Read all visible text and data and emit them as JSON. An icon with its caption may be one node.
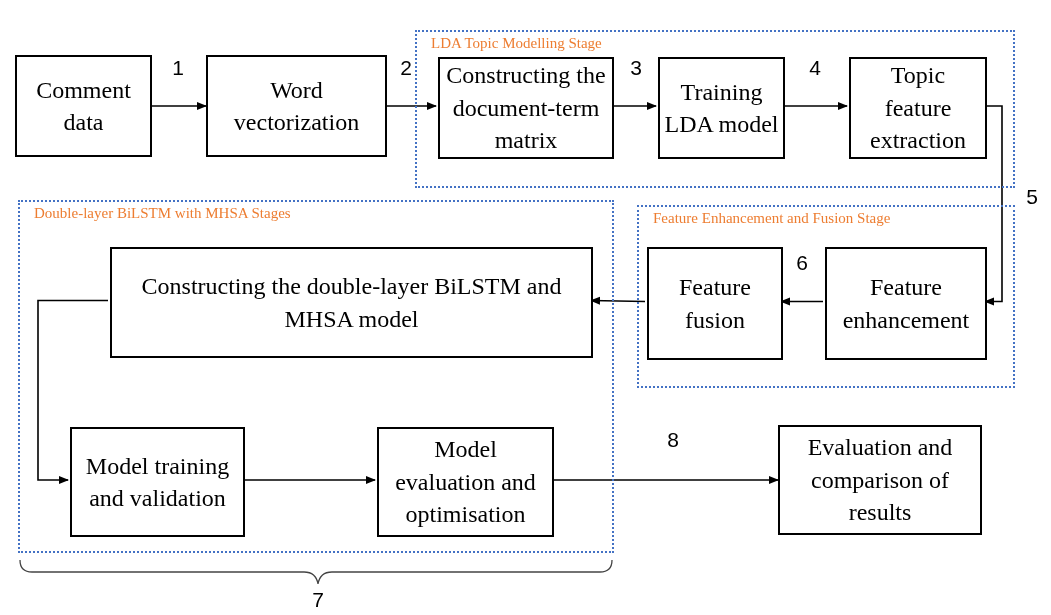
{
  "diagram": {
    "nodes": [
      {
        "text": [
          "Comment data"
        ]
      },
      {
        "text": [
          "Word vectorization"
        ]
      },
      {
        "text": [
          "LDA Topic Modelling Stage"
        ]
      },
      {
        "text": [
          "Constructing the document-term matrix"
        ],
        "in": 2
      },
      {
        "text": [
          "Training LDA model"
        ],
        "in": 2
      },
      {
        "text": [
          "Topic feature extraction"
        ],
        "in": 2
      },
      {
        "text": [
          "Double-layer BiLSTM with MHSA Stages"
        ]
      },
      {
        "text": [
          "Constructing the double-layer BiLSTM and MHSA model"
        ],
        "in": 6
      },
      {
        "text": [
          "Feature Enhancement and Fusion Stage"
        ]
      },
      {
        "text": [
          "Feature fusion"
        ],
        "in": 8
      },
      {
        "text": [
          "Feature enhancement"
        ],
        "in": 8
      },
      {
        "text": [
          "Model training and validation"
        ],
        "in": 6
      },
      {
        "text": [
          "Model evaluation and optimisation"
        ],
        "in": 6
      },
      {
        "text": [
          "Evaluation and comparison of results"
        ]
      }
    ],
    "edges": [
      {
        "from": 0,
        "to": 1,
        "arrow": "to",
        "label": "1"
      },
      {
        "from": 1,
        "to": 3,
        "arrow": "to",
        "label": "2"
      },
      {
        "from": 3,
        "to": 4,
        "arrow": "to",
        "label": "3"
      },
      {
        "from": 4,
        "to": 5,
        "arrow": "to",
        "label": "4"
      },
      {
        "from": 5,
        "to": 10,
        "arrow": "to",
        "label": "5"
      },
      {
        "from": 10,
        "to": 9,
        "arrow": "to",
        "label": "6"
      },
      {
        "from": 9,
        "to": 7,
        "arrow": "to"
      },
      {
        "from": 7,
        "to": 11,
        "arrow": "to"
      },
      {
        "from": 11,
        "to": 12,
        "arrow": "to"
      },
      {
        "from": 12,
        "to": 13,
        "arrow": "to",
        "label": "8"
      }
    ],
    "labels": [
      "7"
    ]
  }
}
